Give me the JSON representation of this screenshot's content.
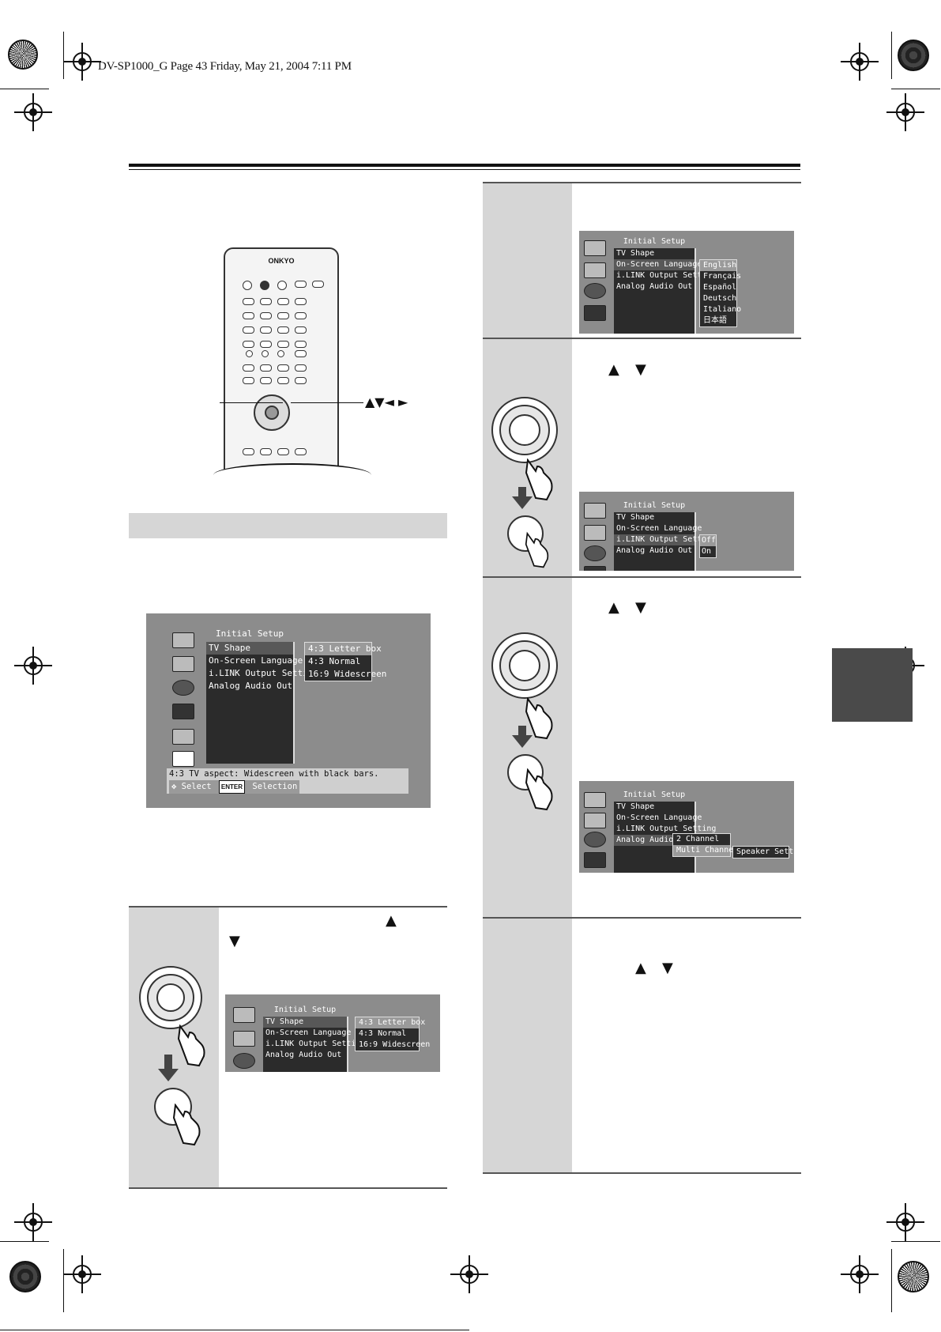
{
  "print_header": "DV-SP1000_G Page 43 Friday, May 21, 2004  7:11 PM",
  "remote": {
    "brand": "ONKYO",
    "arrows_label": "▲▼◄ ►"
  },
  "osd_main": {
    "title": "Initial Setup",
    "items": [
      "TV Shape",
      "On-Screen Language",
      "i.LINK Output Setting",
      "Analog Audio Out"
    ],
    "submenu": [
      "4:3 Letter box",
      "4:3 Normal",
      "16:9 Widescreen"
    ],
    "help_text": "4:3 TV aspect: Widescreen with black bars.",
    "help_select": "Select",
    "help_enter_key": "ENTER",
    "help_selection": "Selection"
  },
  "step1": {
    "arrow_up": "▲",
    "arrow_down": "▼",
    "osd": {
      "title": "Initial Setup",
      "items": [
        "TV Shape",
        "On-Screen Language",
        "i.LINK Output Setting",
        "Analog Audio Out"
      ],
      "submenu": [
        "4:3 Letter box",
        "4:3 Normal",
        "16:9 Widescreen"
      ]
    }
  },
  "step2": {
    "osd": {
      "title": "Initial Setup",
      "items": [
        "TV Shape",
        "On-Screen Language",
        "i.LINK Output Setting",
        "Analog Audio Out"
      ],
      "submenu": [
        "English",
        "Français",
        "Español",
        "Deutsch",
        "Italiano",
        "日本語"
      ]
    }
  },
  "step3": {
    "arrow_up": "▲",
    "arrow_down": "▼",
    "osd": {
      "title": "Initial Setup",
      "items": [
        "TV Shape",
        "On-Screen Language",
        "i.LINK Output Setting",
        "Analog Audio Out"
      ],
      "submenu": [
        "Off",
        "On"
      ]
    }
  },
  "step4": {
    "arrow_up": "▲",
    "arrow_down": "▼",
    "osd": {
      "title": "Initial Setup",
      "items": [
        "TV Shape",
        "On-Screen Language",
        "i.LINK Output Setting",
        "Analog Audio Ou"
      ],
      "submenu": [
        "2 Channel",
        "Multi Channel"
      ],
      "speaker_setting": "Speaker Setting"
    }
  },
  "step5": {
    "arrow_up": "▲",
    "arrow_down": "▼"
  }
}
